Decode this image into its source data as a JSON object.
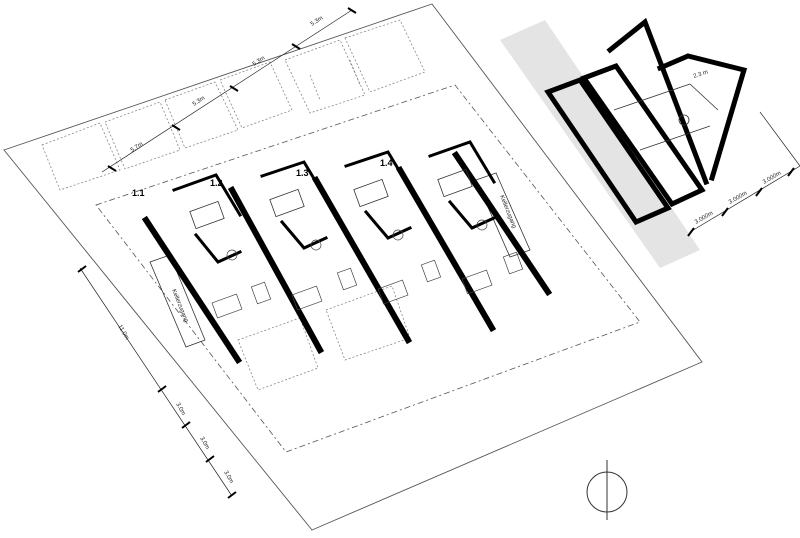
{
  "units": [
    {
      "label": "1.1"
    },
    {
      "label": "1.2"
    },
    {
      "label": "1.3"
    },
    {
      "label": "1.4"
    }
  ],
  "top_dimensions": [
    "5.3m",
    "5.3m",
    "5.3m",
    "5.7m"
  ],
  "left_dimensions": [
    "11.0m",
    "3.0m",
    "3.0m",
    "3.0m"
  ],
  "right_dimensions": [
    "3.000m",
    "3.000m",
    "3.000m"
  ],
  "section_dimension": "2.3 m",
  "cellar_labels": [
    "Kellerzugang",
    "Kellerzugang"
  ]
}
